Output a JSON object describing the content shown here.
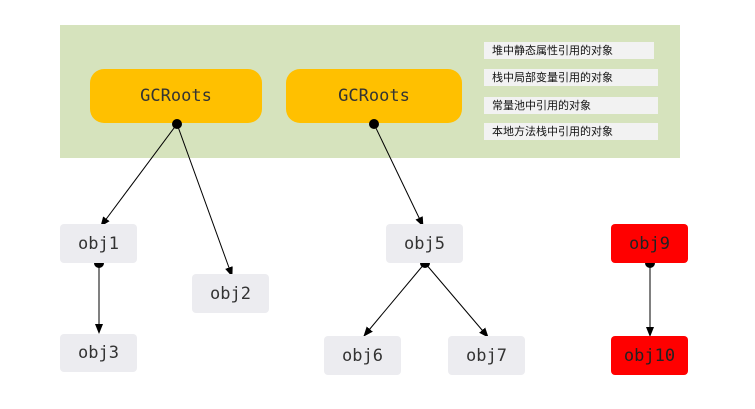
{
  "roots": [
    {
      "id": "root1",
      "label": "GCRoots"
    },
    {
      "id": "root2",
      "label": "GCRoots"
    }
  ],
  "legend": [
    "堆中静态属性引用的对象",
    "栈中局部变量引用的对象",
    "常量池中引用的对象",
    "本地方法栈中引用的对象"
  ],
  "nodes": [
    {
      "id": "obj1",
      "label": "obj1",
      "status": "reachable"
    },
    {
      "id": "obj2",
      "label": "obj2",
      "status": "reachable"
    },
    {
      "id": "obj3",
      "label": "obj3",
      "status": "reachable"
    },
    {
      "id": "obj5",
      "label": "obj5",
      "status": "reachable"
    },
    {
      "id": "obj6",
      "label": "obj6",
      "status": "reachable"
    },
    {
      "id": "obj7",
      "label": "obj7",
      "status": "reachable"
    },
    {
      "id": "obj9",
      "label": "obj9",
      "status": "unreachable"
    },
    {
      "id": "obj10",
      "label": "obj10",
      "status": "unreachable"
    }
  ],
  "edges": [
    {
      "from": "root1",
      "to": "obj1"
    },
    {
      "from": "root1",
      "to": "obj2"
    },
    {
      "from": "obj1",
      "to": "obj3"
    },
    {
      "from": "root2",
      "to": "obj5"
    },
    {
      "from": "obj5",
      "to": "obj6"
    },
    {
      "from": "obj5",
      "to": "obj7"
    },
    {
      "from": "obj9",
      "to": "obj10"
    }
  ],
  "colors": {
    "panel": "#d6e3bd",
    "root": "#ffc000",
    "node": "#ececf0",
    "unreachable": "#ff0000"
  }
}
